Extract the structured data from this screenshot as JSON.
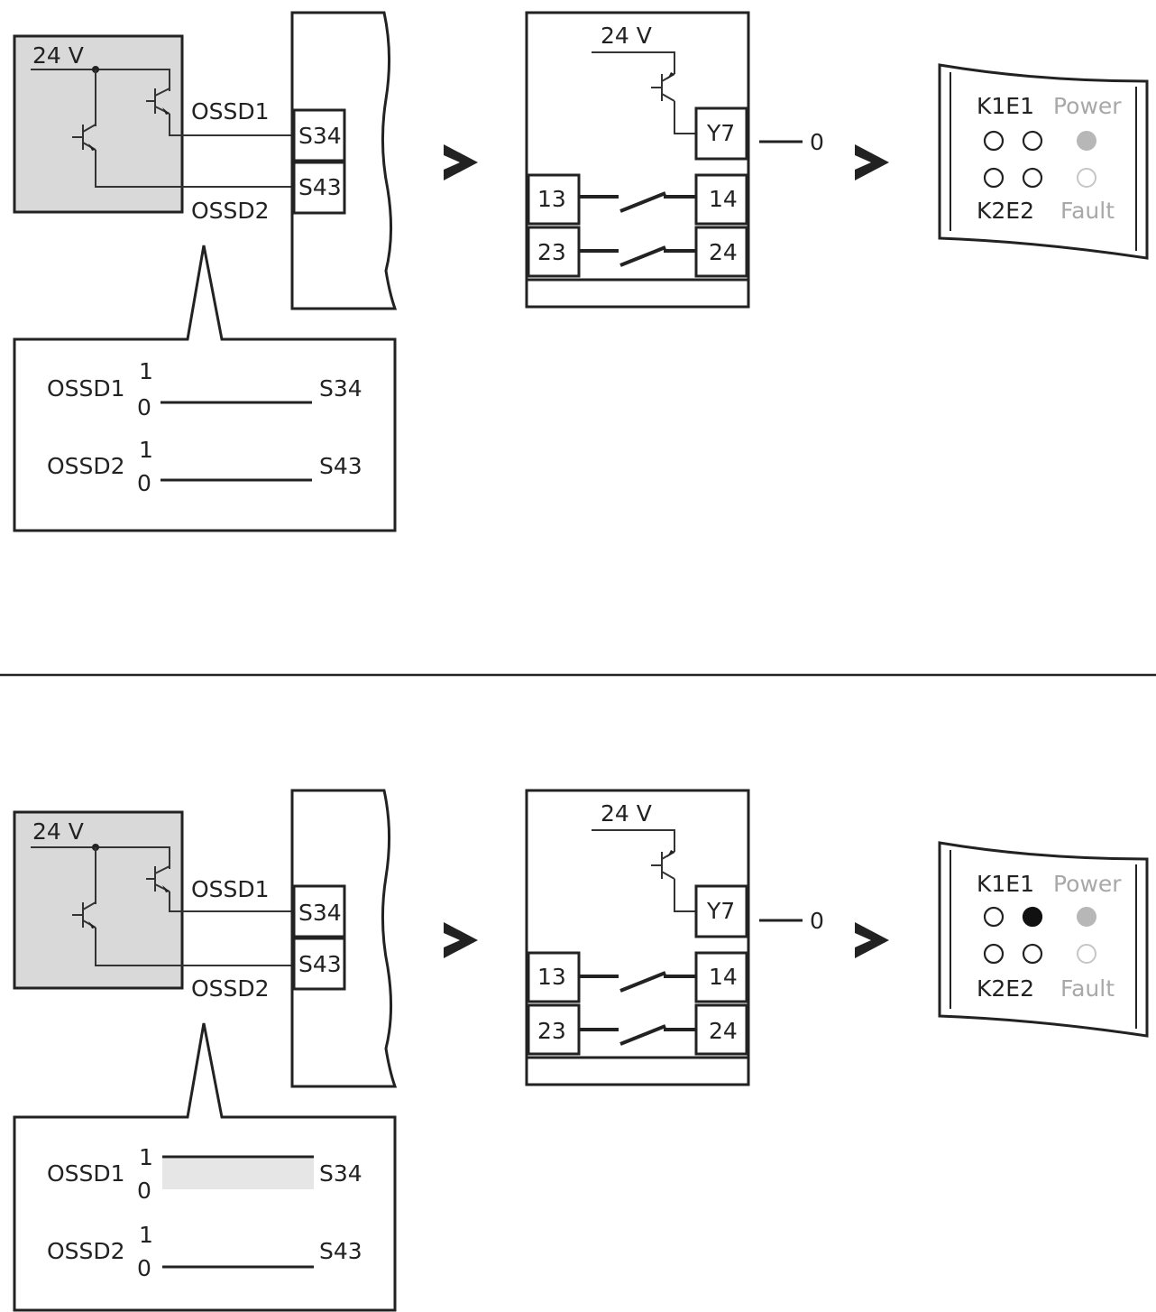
{
  "colors": {
    "ink": "#222222",
    "sensor_fill": "#d9d9d9",
    "pulse_highlight": "#e6e6e6",
    "led_power": "#b7b7b7",
    "led_active": "#111111"
  },
  "panels": [
    {
      "supply_label": "24 V",
      "ossd1_label": "OSSD1",
      "ossd2_label": "OSSD2",
      "term_s34": "S34",
      "term_s43": "S43",
      "relay": {
        "supply_label": "24 V",
        "y7": "Y7",
        "output_value": "0",
        "t13": "13",
        "t14": "14",
        "t23": "23",
        "t24": "24"
      },
      "status": {
        "k1e1": "K1E1",
        "power": "Power",
        "k2e2": "K2E2",
        "fault": "Fault",
        "leds": {
          "k1": "off",
          "e1": "off",
          "k2": "off",
          "e2": "off",
          "power": "on",
          "fault": "off"
        }
      },
      "signals": [
        {
          "name": "OSSD1",
          "high": "1",
          "low": "0",
          "terminal": "S34",
          "level": 0
        },
        {
          "name": "OSSD2",
          "high": "1",
          "low": "0",
          "terminal": "S43",
          "level": 0
        }
      ]
    },
    {
      "supply_label": "24 V",
      "ossd1_label": "OSSD1",
      "ossd2_label": "OSSD2",
      "term_s34": "S34",
      "term_s43": "S43",
      "relay": {
        "supply_label": "24 V",
        "y7": "Y7",
        "output_value": "0",
        "t13": "13",
        "t14": "14",
        "t23": "23",
        "t24": "24"
      },
      "status": {
        "k1e1": "K1E1",
        "power": "Power",
        "k2e2": "K2E2",
        "fault": "Fault",
        "leds": {
          "k1": "off",
          "e1": "on",
          "k2": "off",
          "e2": "off",
          "power": "on",
          "fault": "off"
        }
      },
      "signals": [
        {
          "name": "OSSD1",
          "high": "1",
          "low": "0",
          "terminal": "S34",
          "level": 1
        },
        {
          "name": "OSSD2",
          "high": "1",
          "low": "0",
          "terminal": "S43",
          "level": 0
        }
      ]
    }
  ]
}
